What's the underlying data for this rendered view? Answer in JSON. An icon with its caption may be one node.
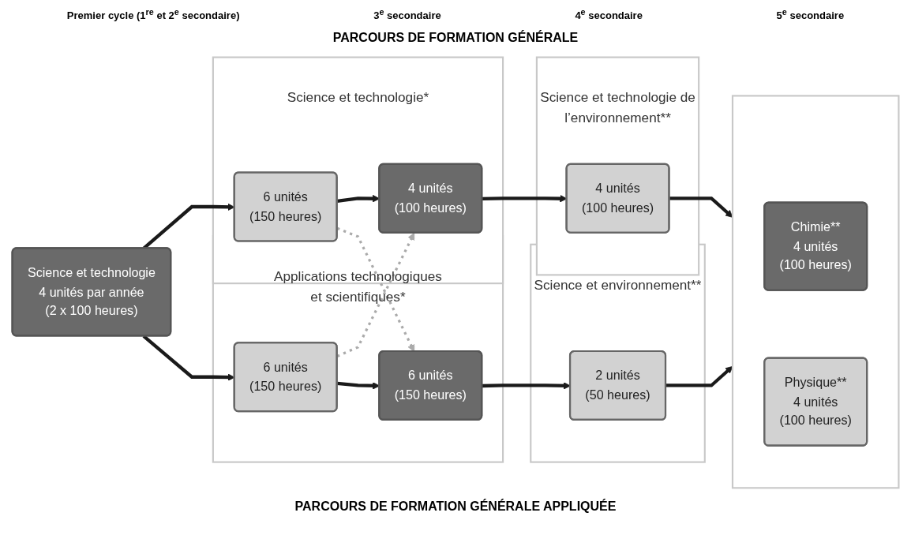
{
  "diagram": {
    "nodes": [
      {
        "text": [
          "Science et technologie",
          "4 unités par année",
          "(2 x 100 heures)"
        ]
      },
      {
        "text": [
          "Science et technologie*"
        ]
      },
      {
        "text": [
          "6 unités",
          "(150 heures)"
        ],
        "in": 1
      },
      {
        "text": [
          "4 unités",
          "(100 heures)"
        ],
        "in": 1
      },
      {
        "text": [
          "Science et technologie de l’environnement**"
        ]
      },
      {
        "text": [
          "4 unités",
          "(100 heures)"
        ],
        "in": 4
      },
      {
        "text": [
          "Applications technologiques et scientifiques*"
        ]
      },
      {
        "text": [
          "6 unités",
          "(150 heures)"
        ],
        "in": 6
      },
      {
        "text": [
          "6 unités",
          "(150 heures)"
        ],
        "in": 6
      },
      {
        "text": [
          "Science et environnement**"
        ]
      },
      {
        "text": [
          "2 unités",
          "(50 heures)"
        ],
        "in": 9
      },
      {
        "text": [],
        "shape": "box"
      },
      {
        "text": [
          "Chimie**",
          "4 unités",
          "(100 heures)"
        ],
        "in": 11
      },
      {
        "text": [
          "Physique**",
          "4 unités",
          "(100 heures)"
        ],
        "in": 11
      }
    ],
    "edges": [
      {
        "from": 0,
        "to": 2,
        "arrow": "to"
      },
      {
        "from": 2,
        "to": 3,
        "arrow": "to"
      },
      {
        "from": 3,
        "to": 5,
        "arrow": "to"
      },
      {
        "from": 5,
        "to": 11,
        "arrow": "to"
      },
      {
        "from": 0,
        "to": 7,
        "arrow": "to"
      },
      {
        "from": 7,
        "to": 8,
        "arrow": "to"
      },
      {
        "from": 8,
        "to": 10,
        "arrow": "to"
      },
      {
        "from": 10,
        "to": 11,
        "arrow": "to"
      },
      {
        "from": 7,
        "to": 3,
        "arrow": "to",
        "style": "dashed",
        "color": "#aaaaaa"
      },
      {
        "from": 2,
        "to": 8,
        "arrow": "to",
        "style": "dashed",
        "color": "#aaaaaa"
      }
    ],
    "labels": [
      "Premier cycle (1$^{re}$ et 2$^{e}$ secondaire)",
      "3$^{e}$ secondaire",
      "4$^{e}$ secondaire",
      "5$^{e}$ secondaire",
      "PARCOURS DE FORMATION GÉNÉRALE",
      "PARCOURS DE FORMATION GÉNÉRALE APPLIQUÉE"
    ]
  }
}
